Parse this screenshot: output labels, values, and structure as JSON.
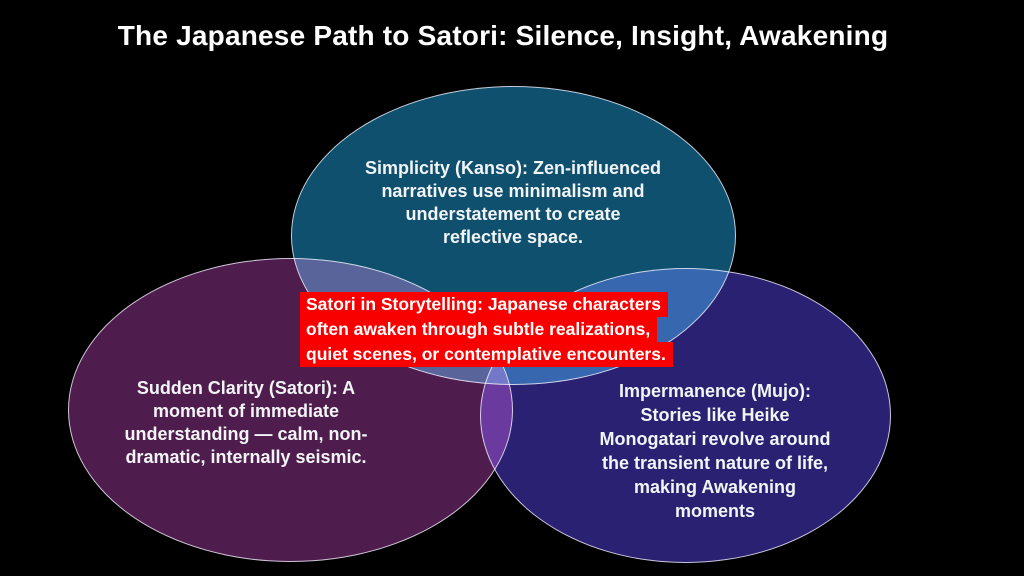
{
  "slide": {
    "title": "The Japanese Path to Satori: Silence, Insight, Awakening",
    "background_color": "#000000",
    "title_color": "#FFFFFF"
  },
  "venn": {
    "outline_color": "#ECE9F4",
    "ellipses": [
      {
        "id": "kanso",
        "fill": "#0E506E",
        "lines": [
          "Simplicity (Kanso): Zen-influenced",
          "narratives use minimalism and",
          "understatement to create",
          "reflective space."
        ]
      },
      {
        "id": "satori",
        "fill": "#4E1D4E",
        "lines": [
          "Sudden Clarity (Satori): A",
          "moment of immediate",
          "understanding — calm, non-",
          "dramatic, internally seismic."
        ]
      },
      {
        "id": "mujo",
        "fill": "#2A2173",
        "lines": [
          "Impermanence (Mujo):",
          "Stories like Heike",
          "Monogatari revolve around",
          "the transient nature of life,",
          "making Awakening",
          "moments"
        ]
      }
    ],
    "callout": {
      "highlight_color": "#F90000",
      "text_color": "#FFFFFF",
      "lines": [
        "Satori in Storytelling: Japanese characters",
        "often awaken through subtle realizations,",
        "quiet scenes, or contemplative encounters."
      ]
    }
  }
}
